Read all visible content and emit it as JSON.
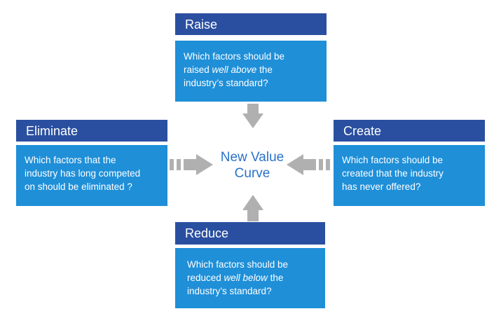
{
  "raise": {
    "title": "Raise",
    "line1": "Which factors should be",
    "line2_pre": "raised ",
    "line2_em": "well above",
    "line2_post": " the",
    "line3": "industry’s standard?"
  },
  "eliminate": {
    "title": "Eliminate",
    "line1": "Which factors that the",
    "line2": "industry has long competed",
    "line3": "on should be eliminated ?"
  },
  "create": {
    "title": "Create",
    "line1": "Which factors should be",
    "line2": "created that the industry",
    "line3": "has never offered?"
  },
  "reduce": {
    "title": "Reduce",
    "line1": "Which factors should be",
    "line2_pre": "reduced ",
    "line2_em": "well below",
    "line2_post": " the",
    "line3": "industry’s standard?"
  },
  "center": {
    "line1": "New Value",
    "line2": "Curve"
  },
  "colors": {
    "header": "#2a4fa0",
    "box": "#1f8fd8",
    "arrow": "#b0b0b0",
    "center_text": "#2a72c9"
  }
}
